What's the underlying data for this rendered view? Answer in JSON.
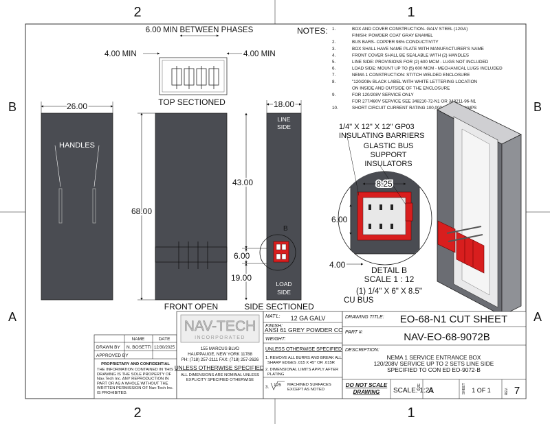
{
  "zones": {
    "top_left": "2",
    "top_right": "1",
    "bottom_left": "2",
    "bottom_right": "1",
    "left_upper": "B",
    "left_lower": "A",
    "right_upper": "B",
    "right_lower": "A"
  },
  "notes": {
    "heading": "NOTES:",
    "items": [
      {
        "num": "1.",
        "lines": [
          "BOX AND COVER CONSTRUCTION- GALV STEEL (12GA)",
          "FINISH: POWDER COAT GRAY ENAMEL"
        ]
      },
      {
        "num": "2.",
        "lines": [
          "BUS BARS- COPPER 98% CONDUCTIVITY"
        ]
      },
      {
        "num": "3.",
        "lines": [
          "BOX SHALL HAVE NAME PLATE WITH MANUFACTURER'S NAME"
        ]
      },
      {
        "num": "4.",
        "lines": [
          "FRONT COVER SHALL BE SEALABLE WITH (2) HANDLES"
        ]
      },
      {
        "num": "5.",
        "lines": [
          "LINE SIDE: PROVISIONS FOR (2) 600 MCM - LUGS NOT INCLUDED"
        ]
      },
      {
        "num": "6.",
        "lines": [
          "LOAD SIDE: MOUNT UP TO (5) 600 MCM - MECHANICAL LUGS INCLUDED"
        ]
      },
      {
        "num": "7.",
        "lines": [
          "NEMA 1 CONSTRUCTION: STITCH WELDED ENCLOSURE"
        ]
      },
      {
        "num": "8.",
        "lines": [
          "\"120/208v BLACK LABEL WITH WHITE LETTERING LOCATION",
          "ON INSIDE AND OUTSIDE OF THE ENCLOSURE"
        ]
      },
      {
        "num": "9.",
        "lines": [
          "FOR 120/208V SERVICE ONLY",
          "FOR 277/480V SERVICE SEE 348210-72-N1 OR 348211-96-N1"
        ]
      },
      {
        "num": "10.",
        "lines": [
          "SHORT CIRCUIT CURRENT RATING 100,000 SYM RMS AMPS"
        ]
      }
    ]
  },
  "views": {
    "top_sectioned": {
      "label": "TOP SECTIONED",
      "dim_phases": "6.00 MIN BETWEEN PHASES",
      "dim_left": "4.00 MIN",
      "dim_right": "4.00 MIN"
    },
    "side_view": {
      "dim_width": "26.00",
      "handles": "HANDLES"
    },
    "front_open": {
      "label": "FRONT OPEN",
      "dim_height": "68.00"
    },
    "side_sectioned": {
      "label": "SIDE SECTIONED",
      "dim_width": "18.00",
      "line_side": [
        "LINE",
        "SIDE"
      ],
      "load_side": [
        "LOAD",
        "SIDE"
      ],
      "dim_upper": "43.00",
      "dim_mid": "6.00",
      "dim_lower": "19.00",
      "callout": "B"
    },
    "detail_b": {
      "barriers": [
        "1/4\" X 12\" X 12\" GP03",
        "INSULATING BARRIERS"
      ],
      "insulators": [
        "GLASTIC BUS",
        "SUPPORT",
        "INSULATORS"
      ],
      "dim_width": "8.25",
      "dim_height": "6.00",
      "dim_offset": "4.00",
      "label": [
        "DETAIL B",
        "SCALE 1 : 12"
      ],
      "bus": [
        "(1) 1/4\" X 6\" X 8.5\"",
        "CU BUS"
      ]
    }
  },
  "title_block": {
    "logo": {
      "name": "NAV-TECH",
      "sub": "INCORPORATED"
    },
    "address": [
      "155 MARCUS BLVD",
      "HAUPPAUGE, NEW YORK 11788",
      "PH: (718) 257-2111   FAX: (718) 257-2626"
    ],
    "unless_specified": "UNLESS OTHERWISE SPECIFIED:",
    "nominal": [
      "ALL DIMENSIONS ARE NOMINAL UNLESS",
      "EXPLICITY SPECIFIED OTHERWISE"
    ],
    "matl_label": "MAT'L:",
    "matl": "12 GA GALV",
    "finish_label": "FINISH:",
    "finish": "ANSI 61 GREY POWDER COAT",
    "weight_label": "WEIGHT:",
    "unless2": "UNLESS OTHERWISE SPECIFIED",
    "note1": [
      "1. REMOVE ALL BURRS AND BREAK ALL",
      "SHARP EDGES  .015 X 45° OR .015R"
    ],
    "note2": [
      "2. DIMENSIONAL LIMITS APPLY AFTER",
      "PLATING"
    ],
    "note3_num": "3.",
    "note3_val": "125",
    "note3": [
      "MACHINED SURFACES",
      "EXCEPT AS NOTED"
    ],
    "drawing_title_label": "DRAWING TITLE:",
    "drawing_title": "EO-68-N1 CUT SHEET",
    "part_label": "PART #:",
    "part": "NAV-EO-68-9072B",
    "desc_label": "DESCRIPTION:",
    "description": [
      "NEMA 1 SERVICE ENTRANCE BOX",
      "120/208V SERVICE UP TO 2 SETS LINE SIDE",
      "SPECIFIED TO CON ED EO-9072-B"
    ],
    "do_not_scale": [
      "DO NOT SCALE",
      "DRAWING"
    ],
    "scale": "SCALE: 1:24",
    "size_label": "SIZE",
    "size": "A",
    "sheet_label": "SHEET",
    "sheet": "1 OF 1",
    "rev_label": "REV.",
    "rev": "7",
    "name_hdr": "NAME",
    "date_hdr": "DATE",
    "drawn_by_label": "DRAWN BY",
    "drawn_by": "N. BOSETTI",
    "drawn_date": "12/30/2025",
    "approved_label": "APPROVED BY",
    "proprietary": "PROPRIETARY AND CONFIDENTIAL",
    "prop_text": [
      "THE INFORMATION CONTAINED IN THIS",
      "DRAWING IS THE SOLE PROPERTY OF",
      "Nav-Tech Inc.  ANY REPRODUCTION IN",
      "PART OR AS A WHOLE WITHOUT THE",
      "WRITTEN PERMISSION OF Nav-Tech Inc.",
      "IS PROHIBITED."
    ]
  }
}
